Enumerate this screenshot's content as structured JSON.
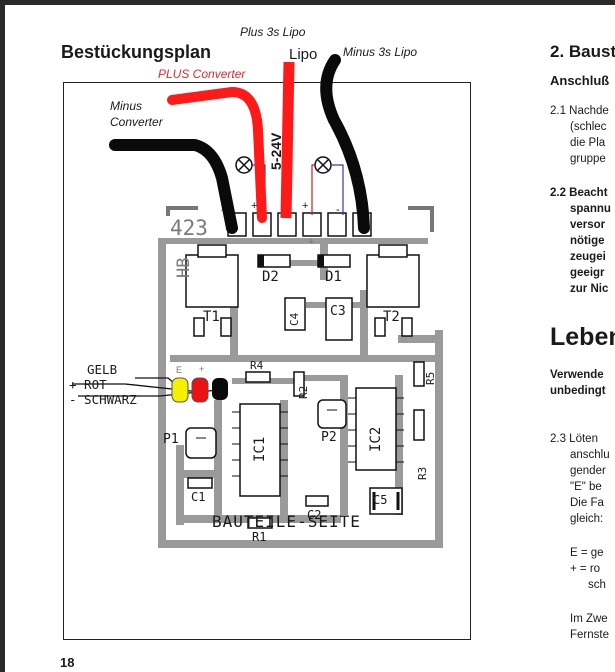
{
  "page": {
    "title": "Bestückungsplan",
    "page_number": "18"
  },
  "annotations": {
    "plus_3s_lipo": "Plus 3s Lipo",
    "plus_converter": "PLUS Converter",
    "lipo": "Lipo",
    "minus_3s_lipo": "Minus 3s Lipo",
    "minus_converter_1": "Minus",
    "minus_converter_2": "Converter"
  },
  "board": {
    "voltage_label": "5-24V",
    "board_number": "423",
    "board_code": "HB",
    "side_label": "BAUTEILE-SEITE",
    "lead_labels": [
      "GELB",
      "+ ROT",
      "- SCHWARZ"
    ],
    "terminal_marks": [
      "-",
      "+",
      "+",
      "-"
    ],
    "components": [
      "D2",
      "D1",
      "T1",
      "T2",
      "C4",
      "C3",
      "R4",
      "R2",
      "R5",
      "P1",
      "IC1",
      "P2",
      "IC2",
      "R3",
      "C1",
      "C2",
      "C5",
      "R1"
    ],
    "small_marks": [
      "E",
      "+",
      "+"
    ]
  },
  "colors": {
    "wire_black": "#0a0a0a",
    "wire_red": "#ff1a1a",
    "led_yellow": "#f7ef00",
    "led_red": "#ee1111",
    "trace_grey": "#9a9a9a"
  },
  "right_column": {
    "lines": [
      "2. Baust",
      "Anschluß",
      "2.1 Nachde",
      "(schlec",
      "die Pla",
      "gruppe",
      "2.2 Beacht",
      "spannu",
      "versor",
      "nötige",
      "zeugei",
      "geeigr",
      "zur Nic",
      "Leben",
      "Verwende",
      "unbedingt",
      "2.3 Löten",
      "anschlu",
      "gender",
      "\"E\" be",
      "Die Fa",
      "gleich:",
      "E = ge",
      "+ = ro",
      "sch",
      "Im Zwe",
      "Fernste"
    ]
  }
}
